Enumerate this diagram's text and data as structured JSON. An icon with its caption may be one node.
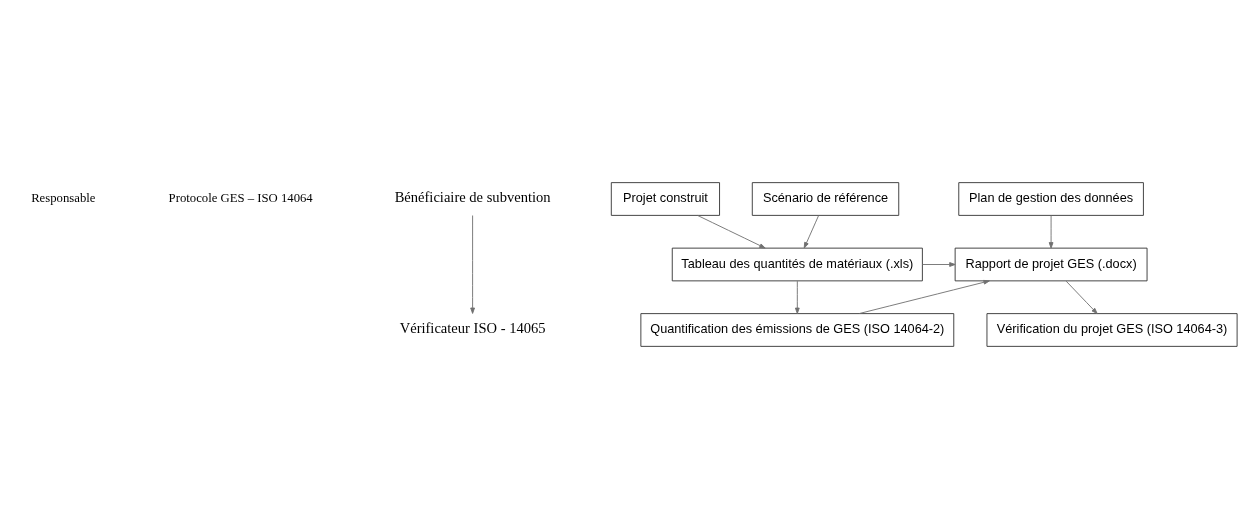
{
  "diagram": {
    "nodes": [
      {
        "text": [
          "Bénéficiaire de subvention"
        ]
      },
      {
        "text": [
          "Vérificateur ISO - 14065"
        ]
      },
      {
        "text": [
          "Projet construit"
        ]
      },
      {
        "text": [
          "Scénario de référence"
        ]
      },
      {
        "text": [
          "Plan de gestion des données"
        ]
      },
      {
        "text": [
          "Tableau des quantités de matériaux (.xls)"
        ]
      },
      {
        "text": [
          "Rapport de projet GES (.docx)"
        ]
      },
      {
        "text": [
          "Quantification des émissions de GES (ISO 14064-2)"
        ]
      },
      {
        "text": [
          "Vérification du projet GES (ISO 14064-3)"
        ]
      }
    ],
    "edges": [
      {
        "from": 0,
        "to": 1,
        "arrow": "to"
      },
      {
        "from": 2,
        "to": 5,
        "arrow": "to"
      },
      {
        "from": 3,
        "to": 5,
        "arrow": "to"
      },
      {
        "from": 4,
        "to": 6,
        "arrow": "to"
      },
      {
        "from": 5,
        "to": 6,
        "arrow": "to"
      },
      {
        "from": 5,
        "to": 7,
        "arrow": "to"
      },
      {
        "from": 7,
        "to": 6,
        "arrow": "to"
      },
      {
        "from": 6,
        "to": 8,
        "arrow": "to"
      }
    ],
    "labels": [
      "Responsable",
      "Protocole GES – ISO 14064"
    ]
  }
}
